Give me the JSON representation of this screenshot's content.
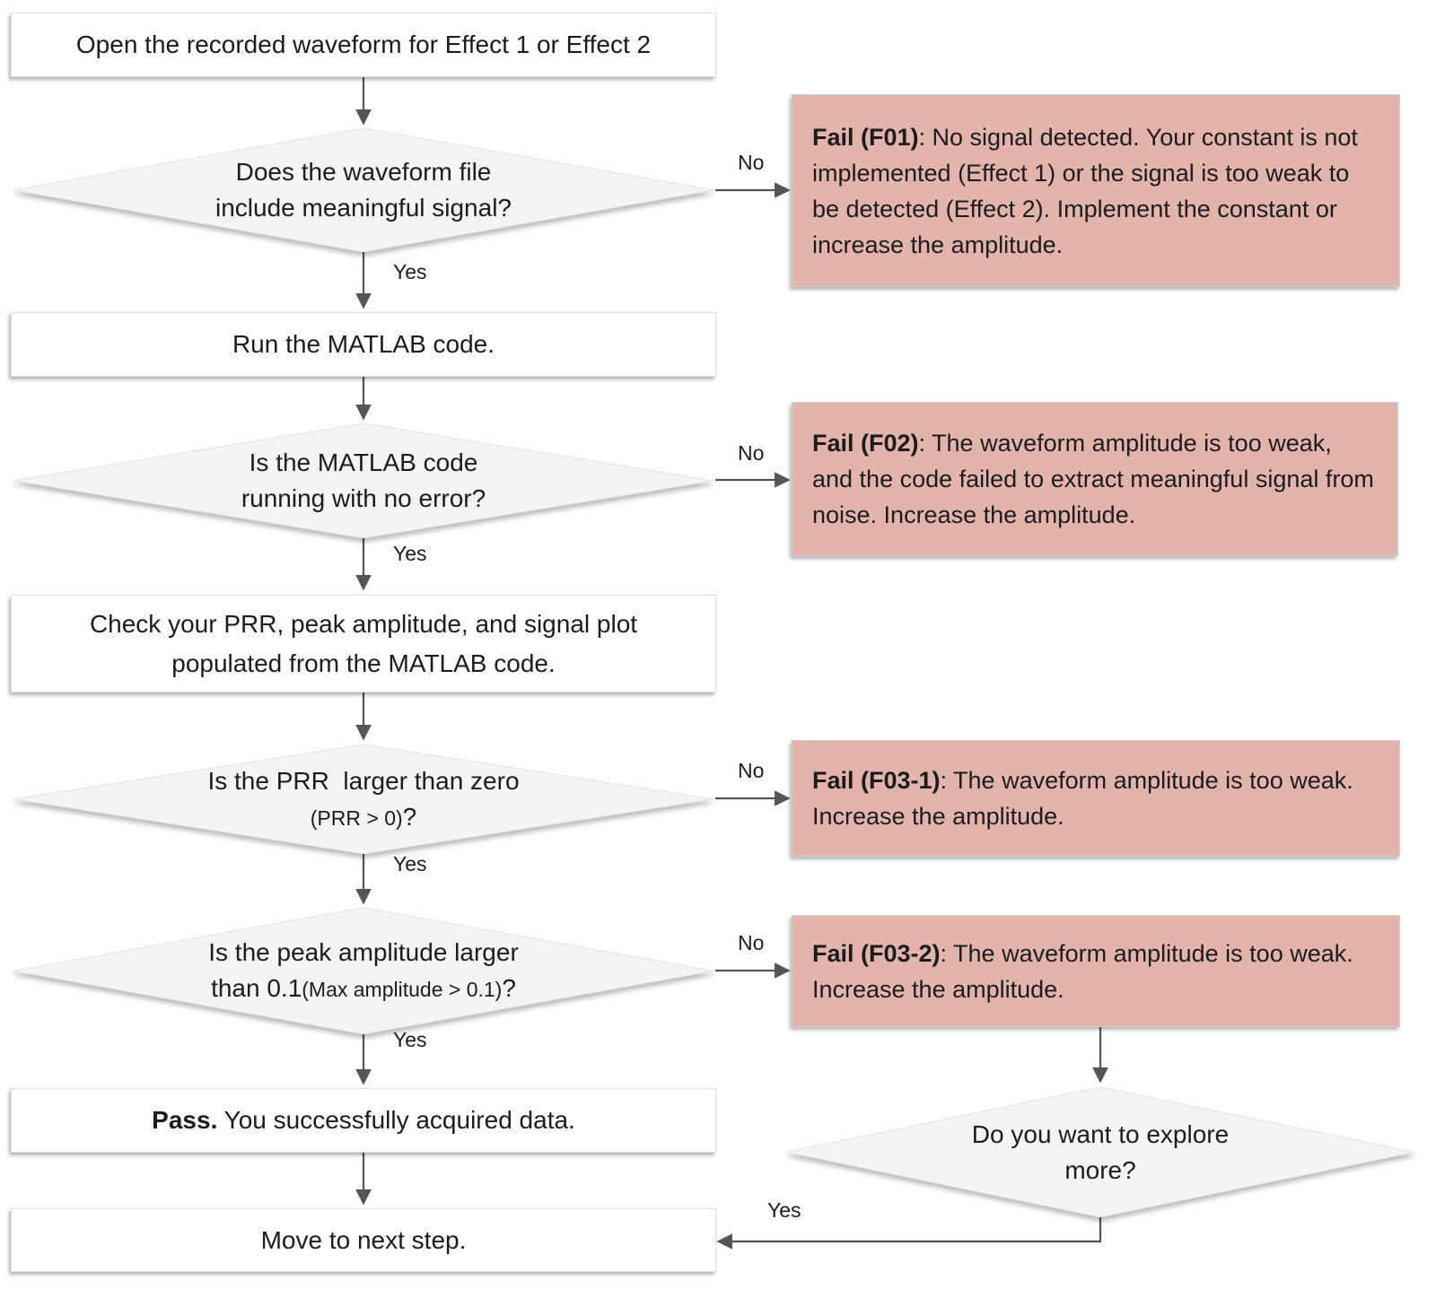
{
  "colors": {
    "fail_background": "#e3b4ab",
    "decision_fill": "#f4f4f4",
    "process_fill": "#ffffff",
    "connector": "#555555",
    "text": "#1c1c1c"
  },
  "nodes": {
    "start": {
      "label": "Open the recorded waveform for Effect 1 or Effect 2"
    },
    "decision_signal": {
      "line1": "Does the waveform file",
      "line2": "include meaningful signal?"
    },
    "fail_f01": {
      "prefix": "Fail (F01)",
      "body": ": No signal detected. Your constant is not implemented (Effect 1) or the signal is too weak to be detected (Effect 2). Implement the constant or increase the amplitude."
    },
    "run_matlab": {
      "label": "Run the MATLAB code."
    },
    "decision_error": {
      "line1": "Is the MATLAB code",
      "line2": "running with no error?"
    },
    "fail_f02": {
      "prefix": "Fail (F02)",
      "body": ": The waveform amplitude is too weak, and the code failed to extract meaningful signal from noise. Increase the amplitude."
    },
    "check_prr": {
      "line1": "Check your PRR, peak amplitude, and signal plot",
      "line2": "populated from the MATLAB code."
    },
    "decision_prr": {
      "line1": "Is the PRR  larger than zero",
      "line2_small": "(PRR > 0)",
      "line2_tail": "?"
    },
    "fail_f03_1": {
      "prefix": "Fail (F03-1)",
      "body": ": The waveform amplitude is too weak. Increase the amplitude."
    },
    "decision_peak": {
      "line1": "Is the peak amplitude larger",
      "line2_main": "than 0.1",
      "line2_small": "(Max amplitude > 0.1)",
      "line2_tail": "?"
    },
    "fail_f03_2": {
      "prefix": "Fail (F03-2)",
      "body": ": The waveform amplitude is too weak. Increase the amplitude."
    },
    "pass": {
      "prefix": "Pass.",
      "body": " You successfully acquired data."
    },
    "decision_explore": {
      "line1": "Do you want to explore",
      "line2": "more?"
    },
    "next_step": {
      "label": "Move to next step."
    }
  },
  "labels": {
    "yes": "Yes",
    "no": "No"
  }
}
